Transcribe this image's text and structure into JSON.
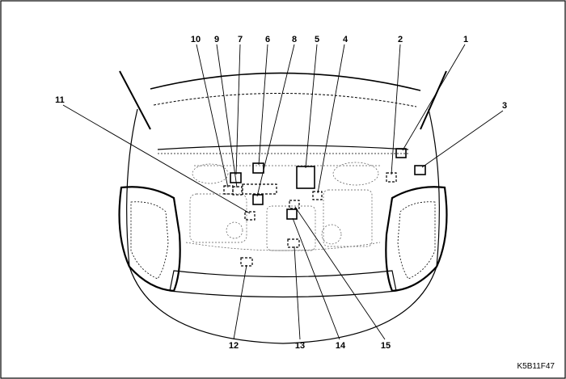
{
  "figure": {
    "code": "K5B11F47"
  },
  "callouts": [
    {
      "label": "10"
    },
    {
      "label": "9"
    },
    {
      "label": "7"
    },
    {
      "label": "6"
    },
    {
      "label": "8"
    },
    {
      "label": "5"
    },
    {
      "label": "4"
    },
    {
      "label": "2"
    },
    {
      "label": "1"
    },
    {
      "label": "11"
    },
    {
      "label": "3"
    },
    {
      "label": "12"
    },
    {
      "label": "13"
    },
    {
      "label": "14"
    },
    {
      "label": "15"
    }
  ]
}
